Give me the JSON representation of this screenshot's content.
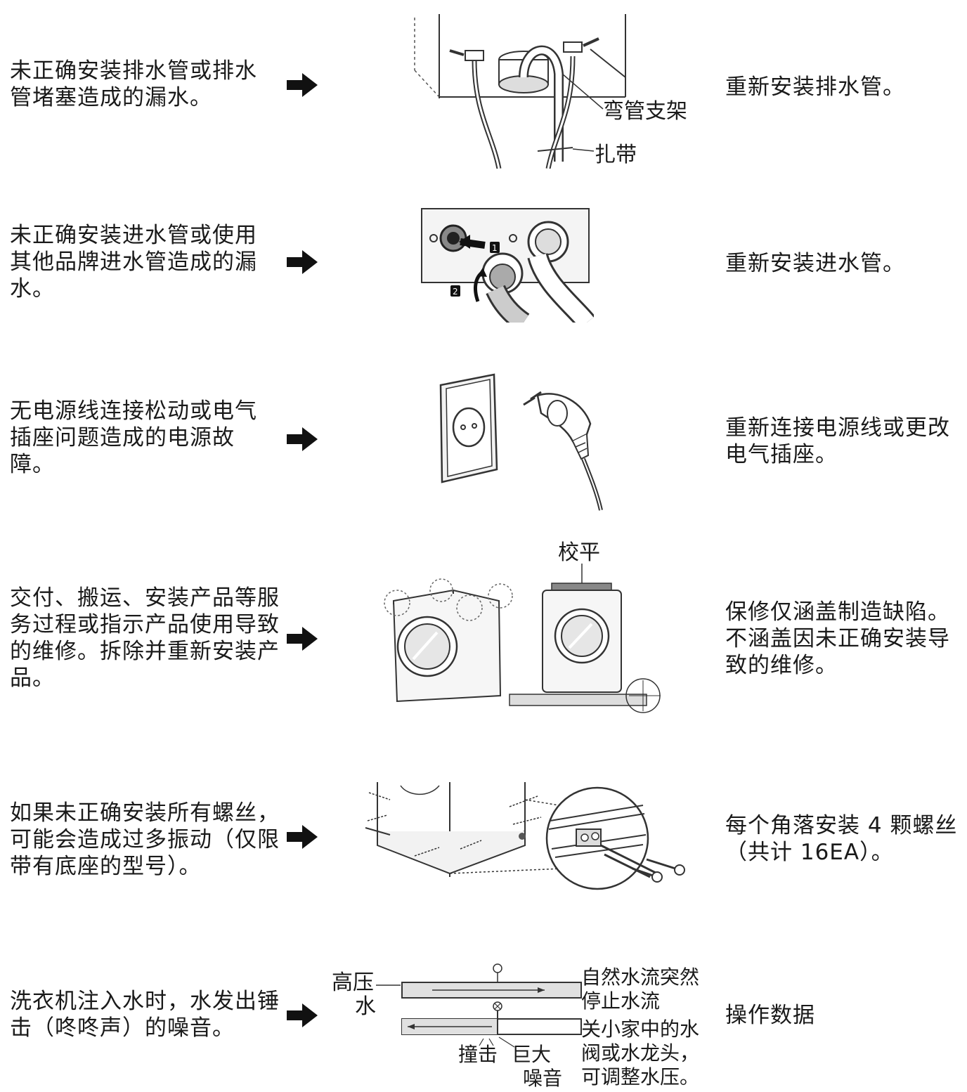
{
  "rows": [
    {
      "cause": "未正确安装排水管或排水管堵塞造成的漏水。",
      "fix": "重新安装排水管。",
      "illustration_labels": [
        "弯管支架",
        "扎带"
      ]
    },
    {
      "cause": "未正确安装进水管或使用其他品牌进水管造成的漏水。",
      "fix": "重新安装进水管。",
      "illustration_labels": [
        "1",
        "2"
      ]
    },
    {
      "cause": "无电源线连接松动或电气插座问题造成的电源故障。",
      "fix": "重新连接电源线或更改电气插座。",
      "illustration_labels": []
    },
    {
      "cause": "交付、搬运、安装产品等服务过程或指示产品使用导致的维修。拆除并重新安装产品。",
      "fix": "保修仅涵盖制造缺陷。不涵盖因未正确安装导致的维修。",
      "illustration_labels": [
        "校平"
      ]
    },
    {
      "cause": "如果未正确安装所有螺丝，可能会造成过多振动（仅限带有底座的型号）。",
      "fix": "每个角落安装 4 颗螺丝（共计 16EA）。",
      "illustration_labels": []
    },
    {
      "cause": "洗衣机注入水时，水发出锤击（咚咚声）的噪音。",
      "fix": "操作数据",
      "illustration_labels": [
        "高压",
        "水",
        "自然水流突然",
        "停止水流",
        "关小家中的水",
        "阀或水龙头，",
        "可调整水压。",
        "撞击",
        "巨大",
        "噪音"
      ]
    }
  ],
  "arrow_icon": "right-arrow-icon",
  "colors": {
    "text": "#1a1a1a",
    "line": "#333333",
    "shade": "#d9d9d9"
  }
}
